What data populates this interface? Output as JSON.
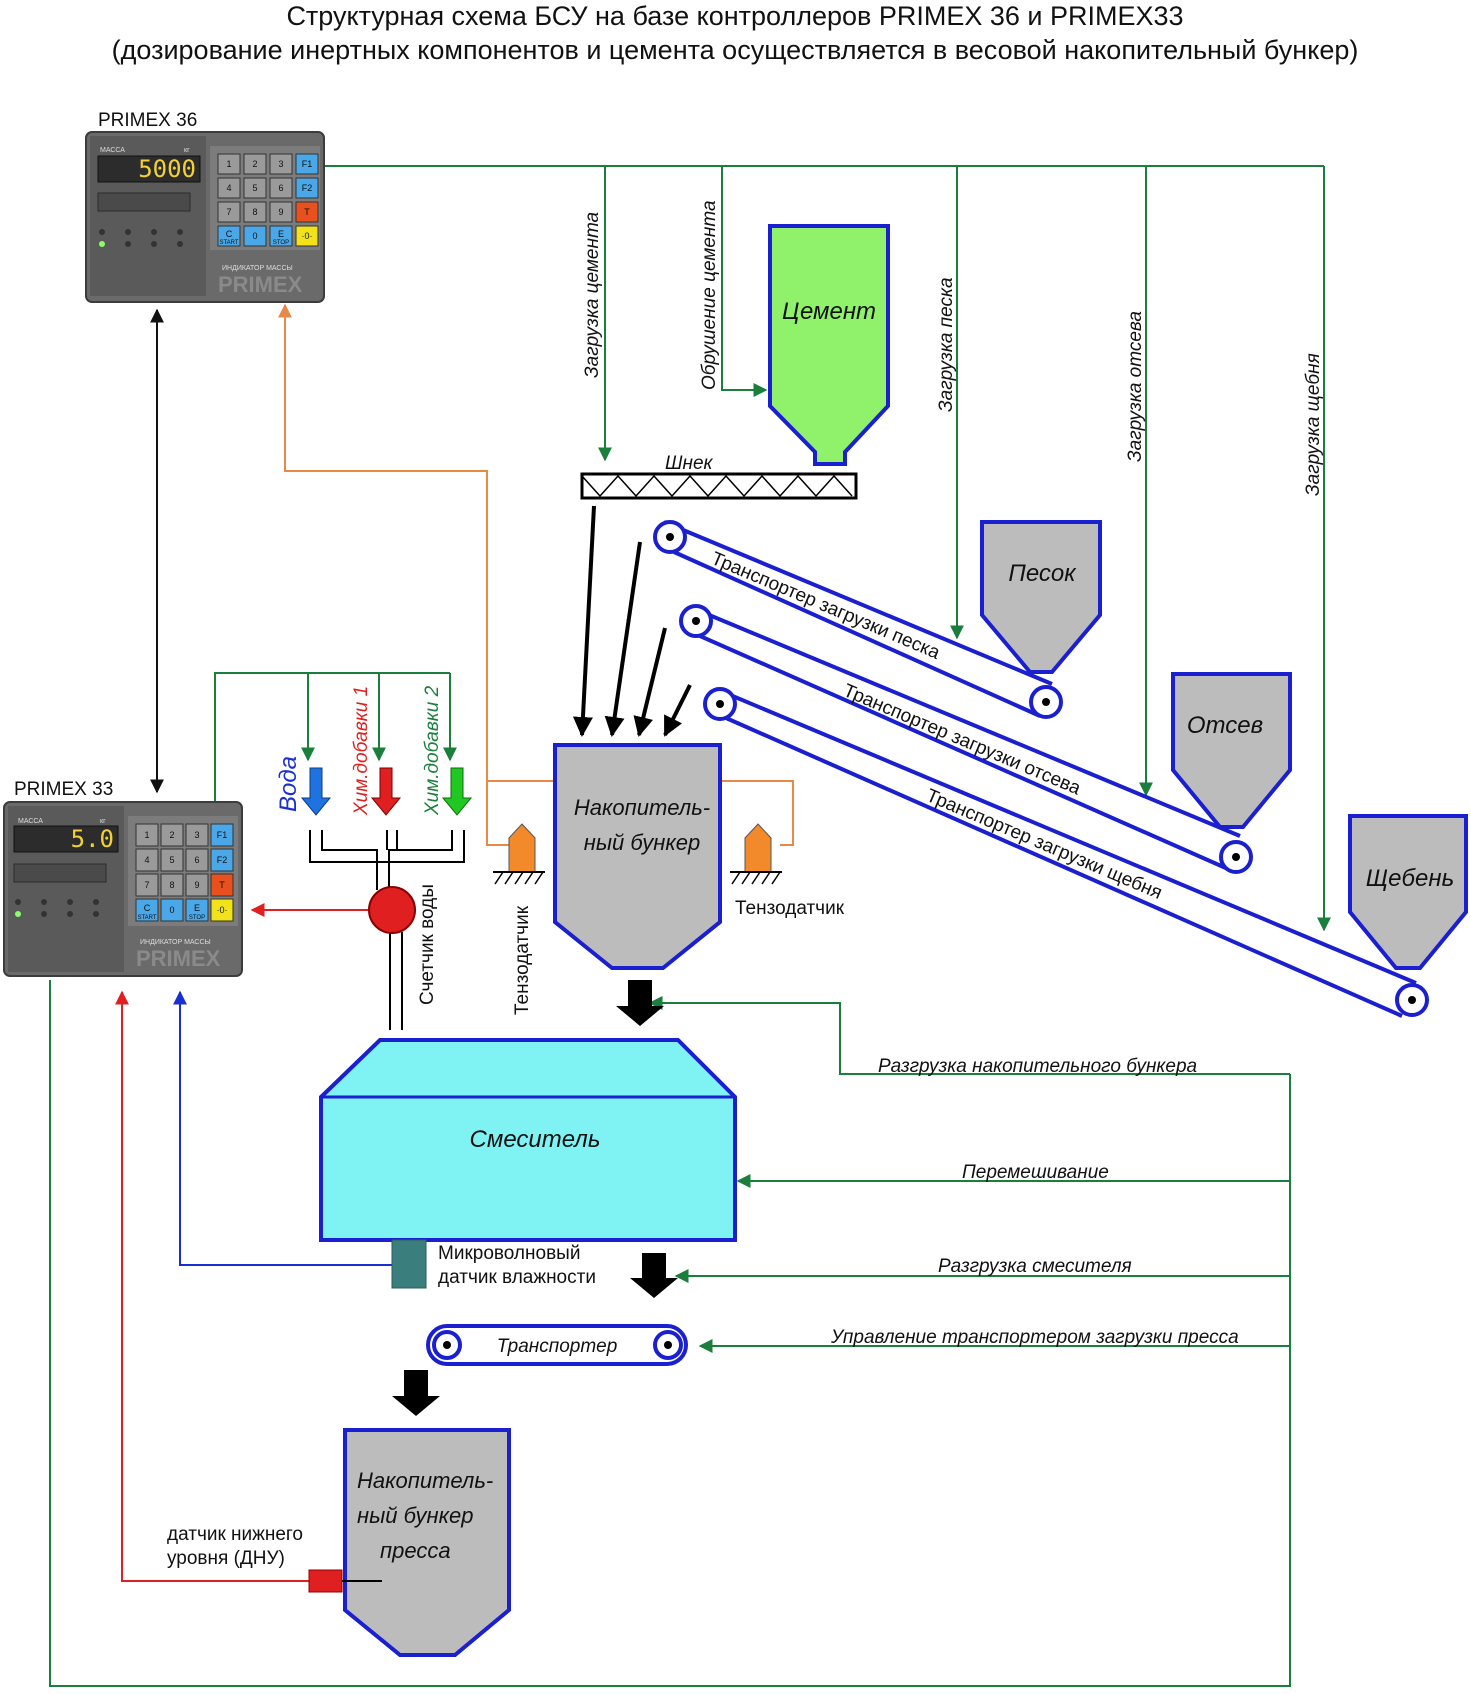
{
  "title": {
    "line1": "Структурная схема БСУ на базе контроллеров PRIMEX 36 и PRIMEX33",
    "line2": "(дозирование инертных компонентов и цемента осуществляется в весовой накопительный бункер)"
  },
  "controllers": {
    "primex36": {
      "label": "PRIMEX 36",
      "display": "5000",
      "caption_mass": "МАССА",
      "caption_unit": "кг",
      "brand": "PRIMEX",
      "brand_caption": "ИНДИКАТОР МАССЫ"
    },
    "primex33": {
      "label": "PRIMEX 33",
      "display": "5.0",
      "caption_mass": "МАССА",
      "caption_unit": "кг",
      "brand": "PRIMEX",
      "brand_caption": "ИНДИКАТОР МАССЫ"
    },
    "keypad": {
      "rows": [
        [
          "1",
          "2",
          "3",
          "F1"
        ],
        [
          "4",
          "5",
          "6",
          "F2"
        ],
        [
          "7",
          "8",
          "9",
          "T"
        ],
        [
          "C",
          "0",
          "E",
          "·0·"
        ]
      ],
      "sublabels": [
        "START",
        "",
        "STOP",
        ""
      ]
    }
  },
  "signals": {
    "cement_load": "Загрузка цемента",
    "cement_break": "Обрушение цемента",
    "sand_load": "Загрузка песка",
    "screen_load": "Загрузка отсева",
    "gravel_load": "Загрузка щебня",
    "hopper_unload": "Разгрузка накопительного бункера",
    "mixing": "Перемешивание",
    "mixer_unload": "Разгрузка смесителя",
    "press_conveyor": "Управление транспортером загрузки пресса"
  },
  "equipment": {
    "cement": "Цемент",
    "sand": "Песок",
    "screen": "Отсев",
    "gravel": "Щебень",
    "auger": "Шнек",
    "conveyor_sand": "Транспортер загрузки песка",
    "conveyor_screen": "Транспортер загрузки отсева",
    "conveyor_gravel": "Транспортер загрузки щебня",
    "hopper_line1": "Накопитель-",
    "hopper_line2": "ный бункер",
    "load_cell_left": "Тензодатчик",
    "load_cell_right": "Тензодатчик",
    "mixer": "Смеситель",
    "moisture_line1": "Микроволновый",
    "moisture_line2": "датчик влажности",
    "conveyor": "Транспортер",
    "press_hopper_line1": "Накопитель-",
    "press_hopper_line2": "ный бункер",
    "press_hopper_line3": "пресса",
    "level_sensor_line1": "датчик нижнего",
    "level_sensor_line2": "уровня (ДНУ)",
    "water_meter": "Счетчик воды"
  },
  "liquids": {
    "water": "Вода",
    "additive1": "Хим.добавки 1",
    "additive2": "Хим.добавки 2"
  },
  "colors": {
    "control_line": "#1a7f3c",
    "loadcell_line": "#e8894a",
    "red_signal": "#e02020",
    "blue_signal": "#1a2fd0",
    "outline": "#1a1fd0",
    "cement_fill": "#90f26a",
    "bin_fill": "#bcbcbc",
    "mixer_fill": "#7ff2f4",
    "water_arrow": "#1e73e0",
    "additive1_arrow": "#e02020",
    "additive2_arrow": "#22c822",
    "moisture_sensor": "#3a7e7e",
    "level_sensor": "#e02020",
    "load_cell": "#f28a2c"
  }
}
